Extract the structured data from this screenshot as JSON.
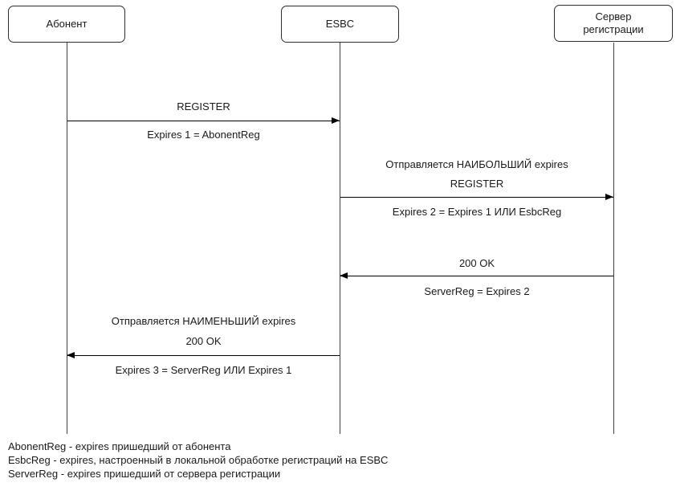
{
  "diagram": {
    "type": "sequence-diagram",
    "actors": [
      {
        "name": "Абонент"
      },
      {
        "name": "ESBC"
      },
      {
        "name": "Сервер регистрации"
      }
    ],
    "messages": [
      {
        "from": "Абонент",
        "to": "ESBC",
        "direction": "right",
        "label": "REGISTER",
        "note_below": "Expires 1 = AbonentReg"
      },
      {
        "from": "ESBC",
        "to": "Сервер регистрации",
        "direction": "right",
        "note_above": "Отправляется НАИБОЛЬШИЙ expires",
        "label": "REGISTER",
        "note_below": "Expires 2 = Expires 1 ИЛИ EsbcReg"
      },
      {
        "from": "Сервер регистрации",
        "to": "ESBC",
        "direction": "left",
        "label": "200 OK",
        "note_below": "ServerReg = Expires 2"
      },
      {
        "from": "ESBC",
        "to": "Абонент",
        "direction": "left",
        "note_above": "Отправляется НАИМЕНЬШИЙ expires",
        "label": "200 OK",
        "note_below": "Expires 3 = ServerReg ИЛИ Expires 1"
      }
    ],
    "legend": [
      "AbonentReg - expires пришедший от абонента",
      "EsbcReg - expires, настроенный в локальной обработке регистраций на ESBC",
      "ServerReg - expires пришедший от сервера регистрации"
    ],
    "colors": {
      "background": "#ffffff",
      "stroke": "#000000",
      "text": "#1a1a1a"
    }
  }
}
